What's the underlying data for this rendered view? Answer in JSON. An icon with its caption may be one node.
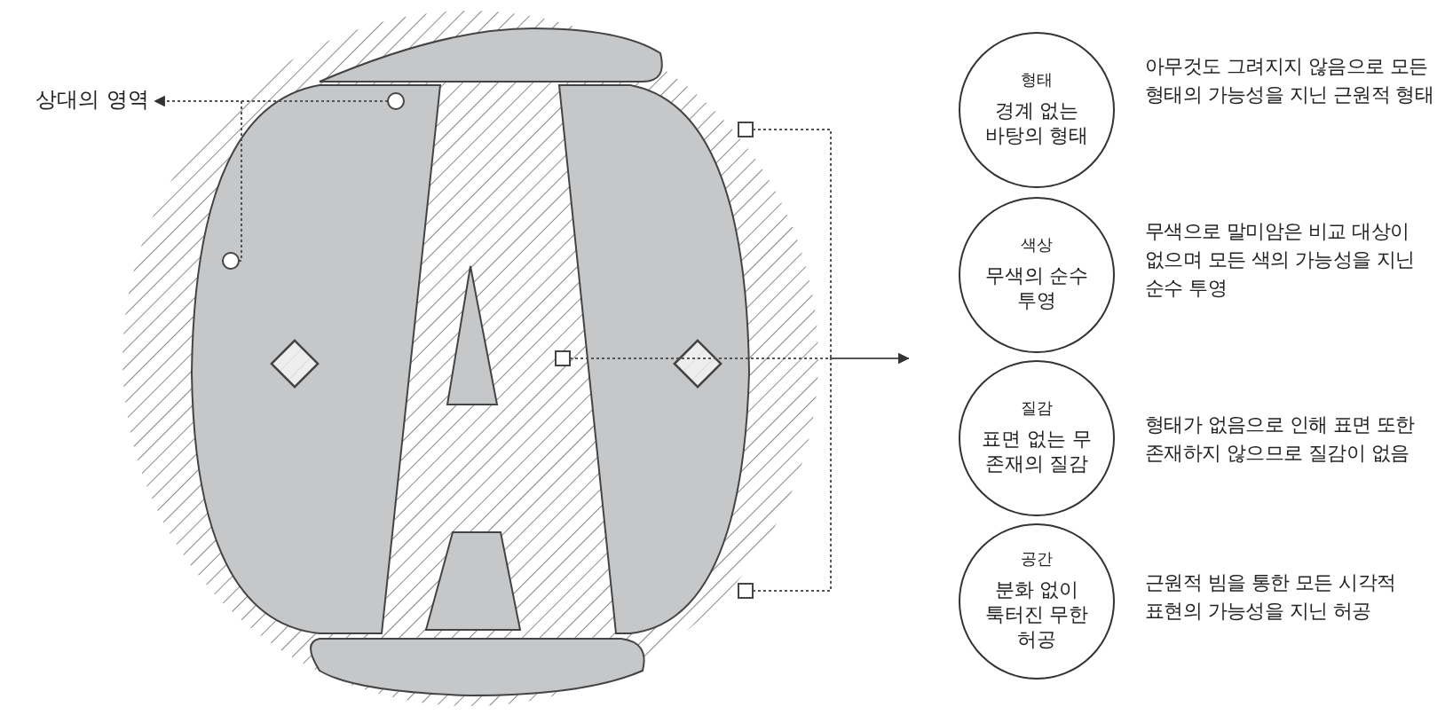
{
  "diagram": {
    "nodes": [
      {
        "text": [
          "상대의 영역"
        ]
      },
      {
        "text": [],
        "shape": "circle"
      },
      {
        "text": [],
        "shape": "circle"
      },
      {
        "text": [],
        "shape": "box"
      },
      {
        "text": [],
        "shape": "box"
      },
      {
        "text": [],
        "shape": "box"
      },
      {
        "text": [
          "형태",
          "경계 없는 바탕의 형태"
        ],
        "beside": [
          "아무것도 그려지지 않음으로 모든 형태의 가능성을 지닌 근원적 형태"
        ]
      },
      {
        "text": [
          "색상",
          "무색의 순수 투영"
        ],
        "beside": [
          "무색으로 말미암은 비교 대상이 없으며 모든 색의 가능성을 지닌 순수 투영"
        ]
      },
      {
        "text": [
          "질감",
          "표면 없는 무 존재의 질감"
        ],
        "beside": [
          "형태가 없음으로 인해 표면 또한 존재하지 않으므로 질감이 없음"
        ]
      },
      {
        "text": [
          "공간",
          "분화 없이 툭터진 무한 허공"
        ],
        "beside": [
          "근원적 빔을 통한 모든 시각적 표현의 가능성을 지닌 허공"
        ]
      }
    ],
    "edges": [
      {
        "from": 1,
        "to": 0,
        "arrow": "to"
      },
      {
        "from": 2,
        "to": 0,
        "arrow": "to"
      },
      {
        "from": 3,
        "to": null,
        "arrow": "to"
      },
      {
        "from": 4,
        "to": null,
        "arrow": "to"
      },
      {
        "from": 5,
        "to": null,
        "arrow": "to"
      }
    ]
  }
}
